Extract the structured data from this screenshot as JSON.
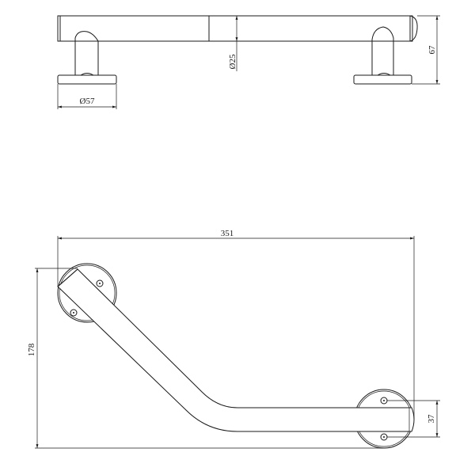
{
  "drawing": {
    "title": "Angled grab bar technical drawing",
    "top_view": {
      "dim_base_diameter": "Ø57",
      "dim_tube_diameter": "Ø25",
      "dim_height": "67"
    },
    "plan_view": {
      "dim_width": "351",
      "dim_height": "178",
      "dim_screw_spacing": "37"
    },
    "line_color": "#1a1a1a"
  }
}
